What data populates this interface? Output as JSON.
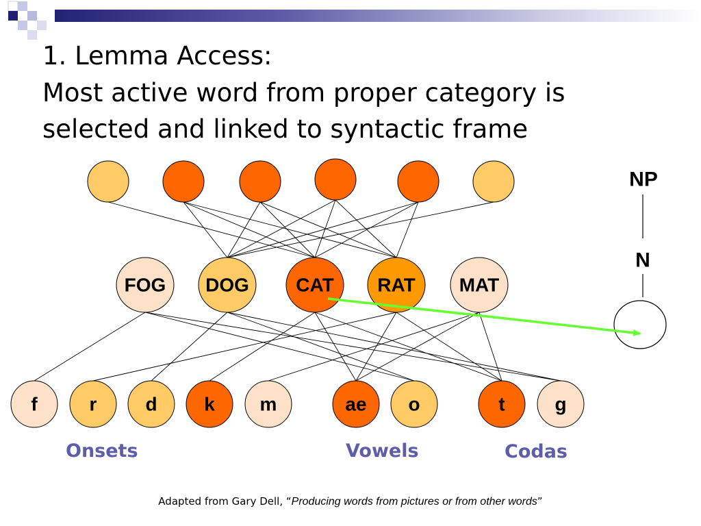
{
  "title": {
    "line1": "1. Lemma Access:",
    "line2": "Most active word from proper category is",
    "line3": "selected and linked to syntactic frame"
  },
  "diagram": {
    "colors": {
      "pale": "#fde1c8",
      "light": "#fecb66",
      "dark": "#fe6600",
      "medium": "#ff9900",
      "line": "#000000",
      "link_arrow": "#66ff33"
    },
    "semantic_nodes": [
      {
        "id": "s1",
        "fill": "light"
      },
      {
        "id": "s2",
        "fill": "dark"
      },
      {
        "id": "s3",
        "fill": "dark"
      },
      {
        "id": "s4",
        "fill": "dark"
      },
      {
        "id": "s5",
        "fill": "dark"
      },
      {
        "id": "s6",
        "fill": "light"
      }
    ],
    "word_nodes": [
      {
        "id": "fog",
        "label": "FOG",
        "fill": "pale"
      },
      {
        "id": "dog",
        "label": "DOG",
        "fill": "light"
      },
      {
        "id": "cat",
        "label": "CAT",
        "fill": "dark"
      },
      {
        "id": "rat",
        "label": "RAT",
        "fill": "medium"
      },
      {
        "id": "mat",
        "label": "MAT",
        "fill": "pale"
      }
    ],
    "phoneme_nodes": [
      {
        "id": "f",
        "label": "f",
        "fill": "pale"
      },
      {
        "id": "r",
        "label": "r",
        "fill": "light"
      },
      {
        "id": "d",
        "label": "d",
        "fill": "light"
      },
      {
        "id": "k",
        "label": "k",
        "fill": "dark"
      },
      {
        "id": "m",
        "label": "m",
        "fill": "pale"
      },
      {
        "id": "ae",
        "label": "ae",
        "fill": "dark"
      },
      {
        "id": "o",
        "label": "o",
        "fill": "light"
      },
      {
        "id": "t",
        "label": "t",
        "fill": "dark"
      },
      {
        "id": "g",
        "label": "g",
        "fill": "pale"
      }
    ],
    "semantic_links": [
      [
        "s1",
        "cat"
      ],
      [
        "s2",
        "cat"
      ],
      [
        "s3",
        "cat"
      ],
      [
        "s4",
        "cat"
      ],
      [
        "s5",
        "cat"
      ],
      [
        "s2",
        "dog"
      ],
      [
        "s3",
        "dog"
      ],
      [
        "s4",
        "dog"
      ],
      [
        "s5",
        "dog"
      ],
      [
        "s6",
        "dog"
      ],
      [
        "s2",
        "rat"
      ],
      [
        "s3",
        "rat"
      ],
      [
        "s4",
        "rat"
      ],
      [
        "s5",
        "rat"
      ]
    ],
    "phoneme_links": [
      [
        "fog",
        "f"
      ],
      [
        "fog",
        "o"
      ],
      [
        "fog",
        "g"
      ],
      [
        "dog",
        "d"
      ],
      [
        "dog",
        "o"
      ],
      [
        "dog",
        "g"
      ],
      [
        "cat",
        "k"
      ],
      [
        "cat",
        "ae"
      ],
      [
        "cat",
        "t"
      ],
      [
        "rat",
        "r"
      ],
      [
        "rat",
        "ae"
      ],
      [
        "rat",
        "t"
      ],
      [
        "mat",
        "m"
      ],
      [
        "mat",
        "ae"
      ],
      [
        "mat",
        "t"
      ]
    ],
    "syntax": {
      "np_label": "NP",
      "n_label": "N"
    }
  },
  "groups": {
    "onsets": "Onsets",
    "vowels": "Vowels",
    "codas": "Codas"
  },
  "caption": {
    "prefix": "Adapted from Gary Dell, “",
    "source": "Producing words from pictures or from other words",
    "suffix": "”"
  }
}
